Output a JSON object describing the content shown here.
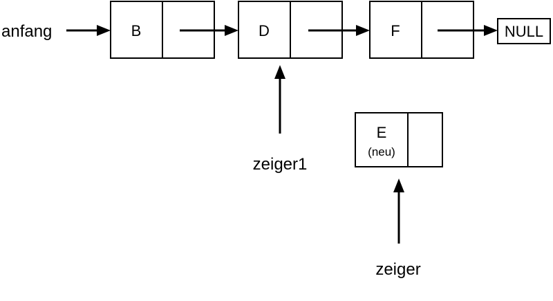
{
  "labels": {
    "anfang": "anfang",
    "zeiger1": "zeiger1",
    "zeiger": "zeiger"
  },
  "nodes": {
    "b": "B",
    "d": "D",
    "f": "F",
    "null": "NULL",
    "e": "E",
    "e_note": "(neu)"
  }
}
